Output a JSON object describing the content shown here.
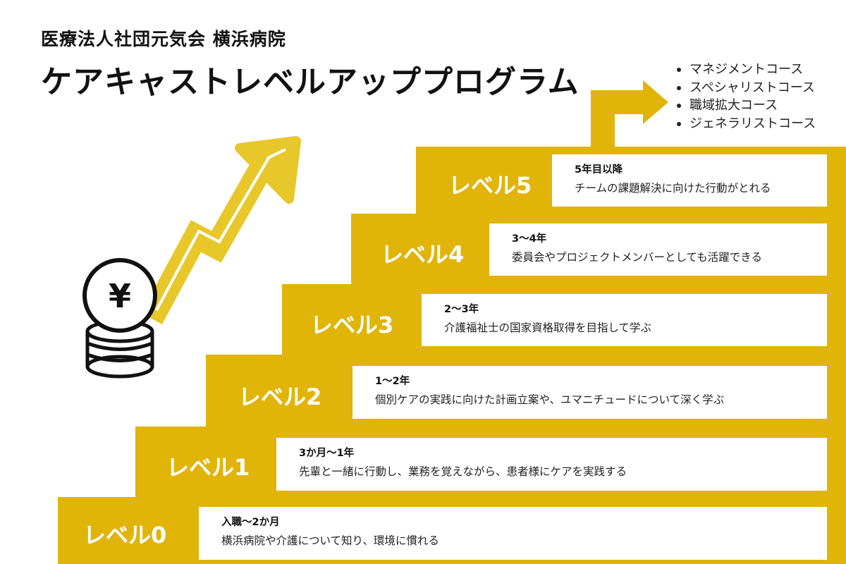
{
  "header": {
    "organization": "医療法人社団元気会 横浜病院",
    "title": "ケアキャストレベルアッププログラム"
  },
  "courses": [
    "マネジメントコース",
    "スペシャリストコース",
    "職域拡大コース",
    "ジェネラリストコース"
  ],
  "levels": [
    {
      "label": "レベル0",
      "period": "入職〜2か月",
      "description": "横浜病院や介護について知り、環境に慣れる"
    },
    {
      "label": "レベル1",
      "period": "3か月〜1年",
      "description": "先輩と一緒に行動し、業務を覚えながら、患者様にケアを実践する"
    },
    {
      "label": "レベル2",
      "period": "1〜2年",
      "description": "個別ケアの実践に向けた計画立案や、ユマニチュードについて深く学ぶ"
    },
    {
      "label": "レベル3",
      "period": "2〜3年",
      "description": "介護福祉士の国家資格取得を目指して学ぶ"
    },
    {
      "label": "レベル4",
      "period": "3〜4年",
      "description": "委員会やプロジェクトメンバーとしても活躍できる"
    },
    {
      "label": "レベル5",
      "period": "5年目以降",
      "description": "チームの課題解決に向けた行動がとれる"
    }
  ],
  "icons": {
    "coin": "yen-coin-icon",
    "coin_symbol": "¥",
    "growth_arrow": "growth-arrow-icon",
    "step_arrow": "step-up-arrow-icon"
  },
  "colors": {
    "accent": "#e1b40a",
    "text": "#111111",
    "card": "#ffffff"
  }
}
